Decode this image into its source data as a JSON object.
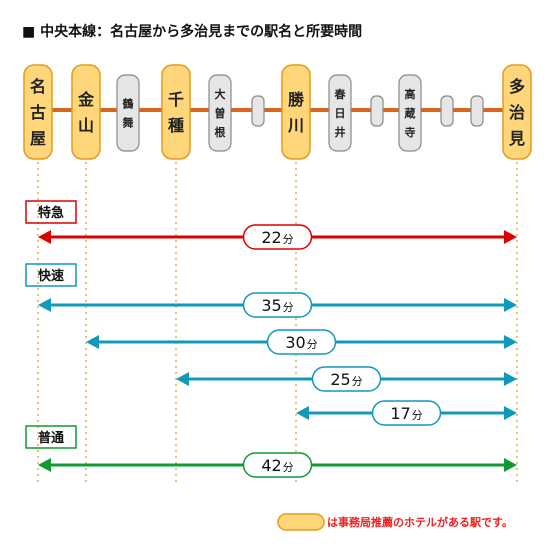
{
  "title": "■ 中央本線：名古屋から多治見までの駅名と所要時間",
  "stations": [
    {
      "name": "名古屋",
      "type": "major",
      "highlight": true
    },
    {
      "name": "金山",
      "type": "major",
      "highlight": true
    },
    {
      "name": "鶴舞",
      "type": "minor",
      "highlight": false
    },
    {
      "name": "千種",
      "type": "major",
      "highlight": true
    },
    {
      "name": "大曽根",
      "type": "minor",
      "highlight": false
    },
    {
      "name": "",
      "type": "pass",
      "highlight": false
    },
    {
      "name": "勝川",
      "type": "major",
      "highlight": true
    },
    {
      "name": "春日井",
      "type": "minor",
      "highlight": false
    },
    {
      "name": "",
      "type": "pass",
      "highlight": false
    },
    {
      "name": "高蔵寺",
      "type": "minor",
      "highlight": false
    },
    {
      "name": "",
      "type": "pass",
      "highlight": false
    },
    {
      "name": "",
      "type": "pass",
      "highlight": false
    },
    {
      "name": "多治見",
      "type": "major",
      "highlight": true
    }
  ],
  "services": [
    {
      "name": "特急",
      "color": "#dd0000",
      "routes": [
        {
          "from": "名古屋",
          "to": "多治見",
          "minutes": "22分"
        }
      ]
    },
    {
      "name": "快速",
      "color": "#1199bb",
      "routes": [
        {
          "from": "名古屋",
          "to": "多治見",
          "minutes": "35分"
        },
        {
          "from": "金山",
          "to": "多治見",
          "minutes": "30分"
        },
        {
          "from": "千種",
          "to": "多治見",
          "minutes": "25分"
        },
        {
          "from": "勝川",
          "to": "多治見",
          "minutes": "17分"
        }
      ]
    },
    {
      "name": "普通",
      "color": "#119933",
      "routes": [
        {
          "from": "名古屋",
          "to": "多治見",
          "minutes": "42分"
        }
      ]
    }
  ],
  "legend": {
    "text": "は事務局推薦のホテルがある駅です。"
  },
  "colors": {
    "rail": "#d9661a",
    "highlight_fill": "#ffd77a",
    "highlight_stroke": "#e69a1c",
    "minor_fill": "#e6e6e6",
    "minor_stroke": "#888888",
    "guide": "#e0b23a"
  }
}
